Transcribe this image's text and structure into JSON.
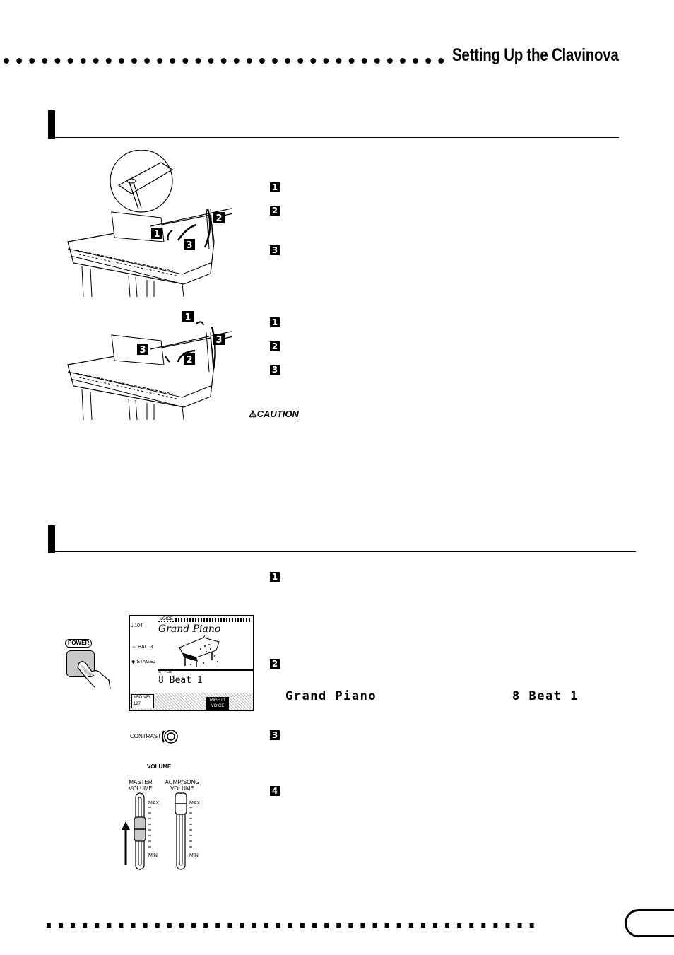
{
  "header": {
    "title": "Setting Up the Clavinova"
  },
  "lid_steps_open": [
    "1",
    "2",
    "3"
  ],
  "lid_steps_close": [
    "1",
    "2",
    "3"
  ],
  "caution": {
    "label": "CAUTION"
  },
  "power_steps": [
    "1",
    "2",
    "3",
    "4"
  ],
  "voice_display": {
    "voice_name": "Grand Piano",
    "style_name": "8 Beat 1"
  },
  "lcd": {
    "voice_label": "VOICE",
    "voice_name": "Grand Piano",
    "tempo": "104",
    "reverb": "HALL3",
    "effect": "STAGE2",
    "style_label": "STYLE",
    "style_name": "8 Beat 1",
    "kbd_vel_label": "KBD VEL",
    "kbd_vel_value": "127",
    "part_button": "RIGHT1 VOICE"
  },
  "controls": {
    "power_label": "POWER",
    "contrast_label": "CONTRAST",
    "volume_label": "VOLUME",
    "master_volume_label": "MASTER VOLUME",
    "acmp_volume_label": "ACMP/SONG VOLUME",
    "max_label": "MAX",
    "min_label": "MIN"
  },
  "illustration_callouts": {
    "open": [
      "1",
      "2",
      "3"
    ],
    "close": [
      "1",
      "3",
      "3",
      "2"
    ]
  }
}
